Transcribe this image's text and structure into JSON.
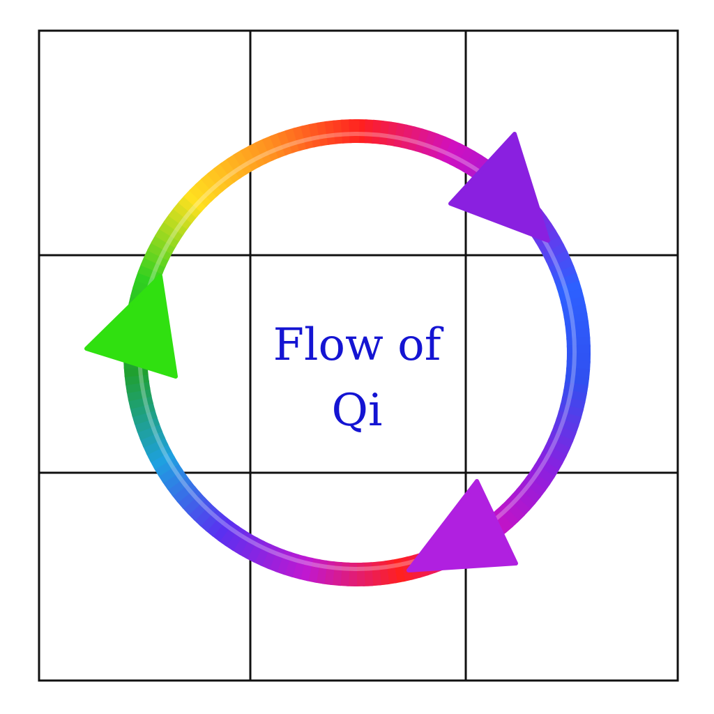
{
  "label": {
    "lines": [
      "Flow of",
      "Qi"
    ],
    "color": "#1414d2"
  },
  "colors": {
    "grid": "#111111",
    "background": "#ffffff",
    "ring_gradient": [
      "#ff2020",
      "#d010c0",
      "#8a20e0",
      "#2d60ff",
      "#3050f0",
      "#8a20e0",
      "#d010c0",
      "#ff2020",
      "#c018d0",
      "#5a30f0",
      "#1ea0e0",
      "#20a030",
      "#30d020",
      "#ffe020",
      "#ff9020",
      "#ff2020"
    ],
    "arrow_top_right": "#8a20e0",
    "arrow_bottom_right": "#b020e0",
    "arrow_left": "#30e010"
  },
  "icons": {
    "ring": "circular-flow-ring",
    "arrows": [
      "arrowhead-top-right-icon",
      "arrowhead-bottom-right-icon",
      "arrowhead-left-icon"
    ]
  }
}
